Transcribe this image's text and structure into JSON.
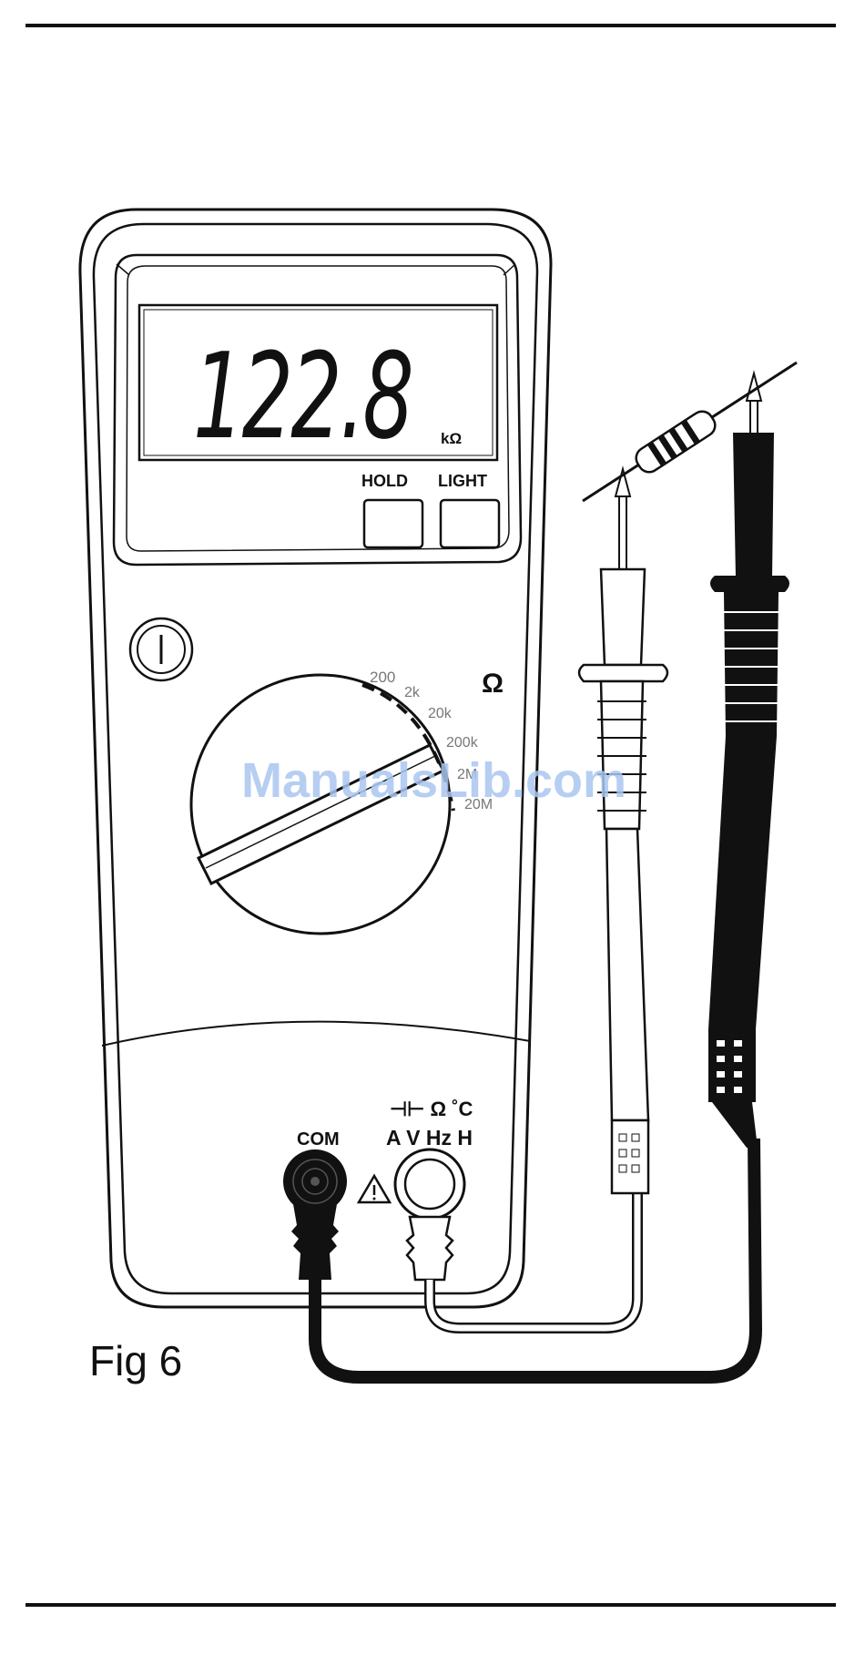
{
  "display": {
    "reading": "122.8",
    "unit": "kΩ"
  },
  "buttons": {
    "hold": "HOLD",
    "light": "LIGHT"
  },
  "dial": {
    "function_symbol": "Ω",
    "ranges": [
      "200",
      "2k",
      "20k",
      "200k",
      "2M",
      "20M"
    ]
  },
  "terminals": {
    "com": "COM",
    "input_line1": "⊣⊢ Ω ˚C",
    "input_line2": "A V Hz H"
  },
  "caption": "Fig 6",
  "watermark": "ManualsLib.com",
  "colors": {
    "ink": "#111111",
    "paper": "#ffffff",
    "watermark": "#a9c6f0"
  }
}
